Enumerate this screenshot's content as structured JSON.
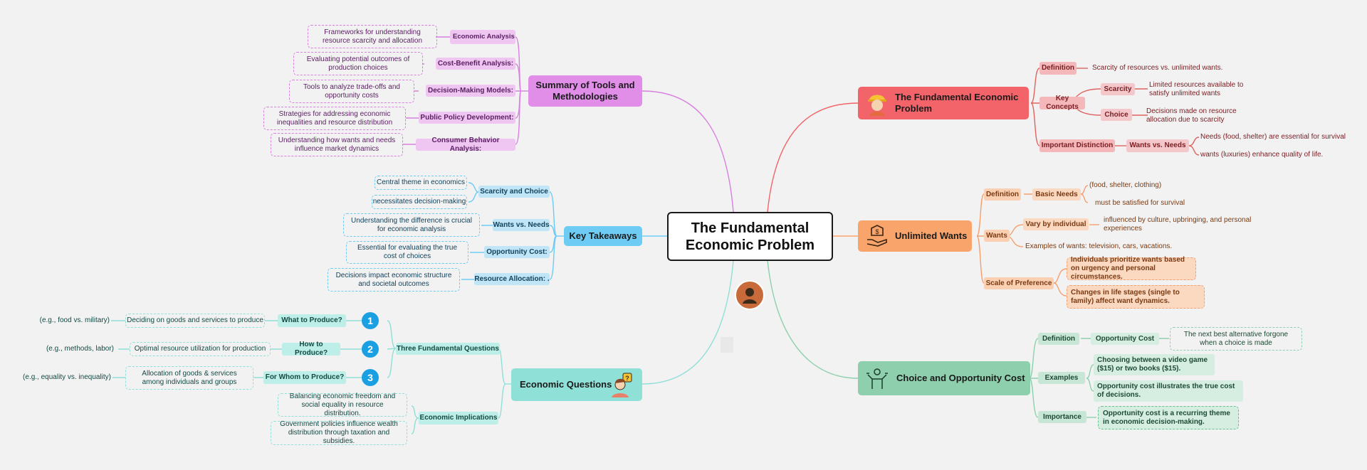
{
  "root": "The Fundamental Economic Problem",
  "problem": {
    "title": "The Fundamental Economic Problem",
    "definition_label": "Definition",
    "definition_text": "Scarcity of resources vs. unlimited wants.",
    "key_concepts": "Key Concepts",
    "scarcity": "Scarcity",
    "scarcity_text": "Limited resources available to satisfy unlimited wants",
    "choice": "Choice",
    "choice_text": "Decisions made on resource allocation due to scarcity",
    "distinction": "Important Distinction",
    "wants_vs_needs": "Wants vs. Needs",
    "needs_text": "Needs (food, shelter) are essential for survival",
    "wants_text": "wants (luxuries) enhance quality of life."
  },
  "unlimited": {
    "title": "Unlimited Wants",
    "definition_label": "Definition",
    "basic_needs": "Basic Needs",
    "basic_needs_1": "(food, shelter, clothing)",
    "basic_needs_2": "must be satisfied for survival",
    "wants": "Wants",
    "vary": "Vary by individual",
    "vary_text": "influenced by culture, upbringing, and personal experiences",
    "examples": "Examples of wants: television, cars, vacations.",
    "scale": "Scale of Preference",
    "scale_1": "Individuals prioritize wants based on urgency and personal circumstances.",
    "scale_2": "Changes in life stages (single to family) affect want dynamics."
  },
  "choice": {
    "title": "Choice and Opportunity Cost",
    "definition_label": "Definition",
    "opp_cost": "Opportunity Cost",
    "opp_cost_text": "The next best alternative forgone when a choice is made",
    "examples": "Examples",
    "example_1": "Choosing between a video game ($15) or two books ($15).",
    "example_2": "Opportunity cost illustrates the true cost of decisions.",
    "importance": "Importance",
    "importance_text": "Opportunity cost is a recurring theme in economic decision-making."
  },
  "summary": {
    "title": "Summary of Tools and Methodologies",
    "items": [
      {
        "label": "Economic Analysis",
        "text": "Frameworks for understanding resource scarcity and allocation"
      },
      {
        "label": "Cost-Benefit Analysis:",
        "text": "Evaluating potential outcomes of production choices"
      },
      {
        "label": "Decision-Making Models:",
        "text": "Tools to analyze trade-offs and opportunity costs"
      },
      {
        "label": "Public Policy Development:",
        "text": "Strategies for addressing economic inequalities and resource distribution"
      },
      {
        "label": "Consumer Behavior Analysis:",
        "text": "Understanding how wants and needs influence market dynamics"
      }
    ]
  },
  "takeaways": {
    "title": "Key Takeaways",
    "scarcity": "Scarcity and Choice",
    "scarcity_1": "Central theme in economics",
    "scarcity_2": "necessitates decision-making",
    "wants": "Wants vs. Needs",
    "wants_text": "Understanding the difference is crucial for economic analysis",
    "opp": "Opportunity Cost:",
    "opp_text": "Essential for evaluating the true cost of choices",
    "resource": "Resource Allocation: .",
    "resource_text": "Decisions impact economic structure and societal outcomes"
  },
  "questions": {
    "title": "Economic Questions",
    "three": "Three Fundamental Questions",
    "q1": "What to Produce?",
    "q1_num": "1",
    "q1_text": "Deciding on goods and services to produce",
    "q1_eg": "(e.g., food vs. military)",
    "q2": "How to Produce?",
    "q2_num": "2",
    "q2_text": "Optimal resource utilization for production",
    "q2_eg": "(e.g., methods, labor)",
    "q3": "For Whom to Produce?",
    "q3_num": "3",
    "q3_text": "Allocation of goods & services among individuals and groups",
    "q3_eg": "(e.g., equality vs. inequality)",
    "implications": "Economic Implications",
    "impl_1": "Balancing economic freedom and social equality in resource distribution.",
    "impl_2": "Government policies influence wealth distribution through taxation and subsidies."
  },
  "icons": {
    "problem": "worker-icon",
    "unlimited": "money-hand-icon",
    "choice": "person-choice-icon",
    "questions": "thinking-person-icon",
    "center": "portrait-icon"
  },
  "colors": {
    "red": "#f26469",
    "orange": "#f9a46a",
    "green": "#8ed0ad",
    "purple": "#e08ee8",
    "blue": "#6ecbf4",
    "teal": "#8fe0d6"
  }
}
